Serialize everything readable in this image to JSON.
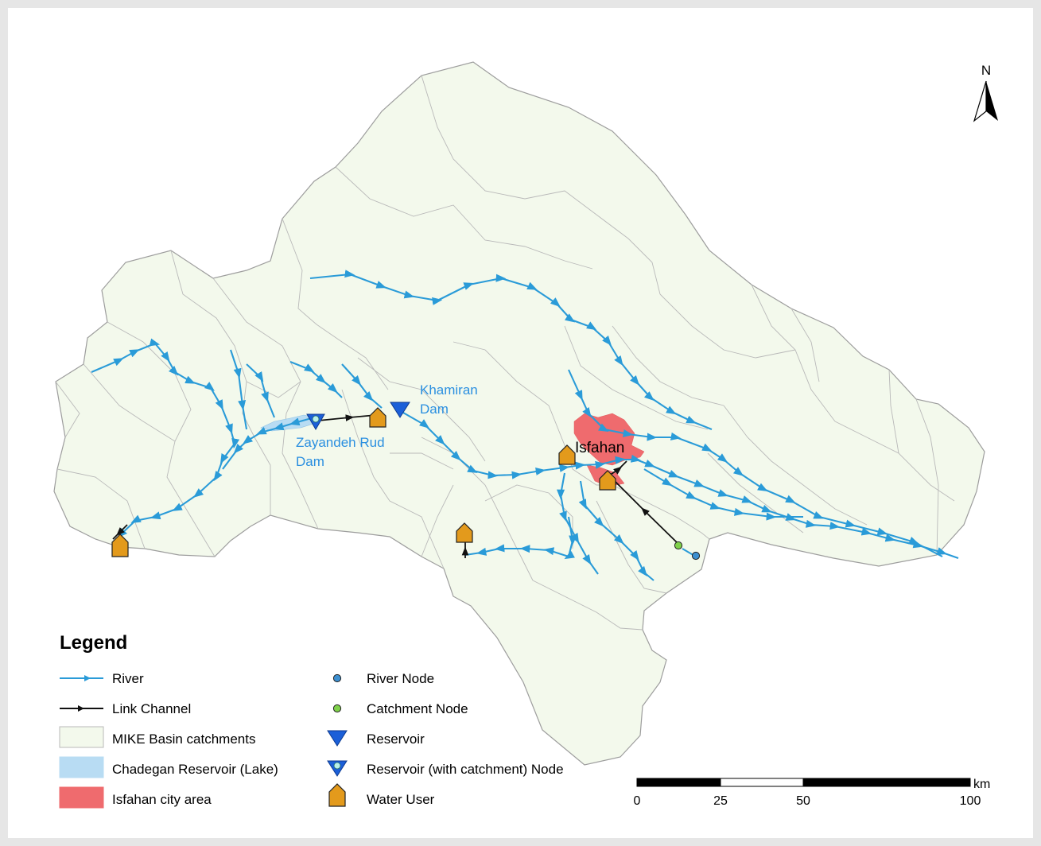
{
  "north_arrow": {
    "letter": "N"
  },
  "labels": {
    "khamiran": [
      "Khamiran",
      "Dam"
    ],
    "zayandeh": [
      "Zayandeh Rud",
      "Dam"
    ],
    "isfahan": "Isfahan"
  },
  "legend": {
    "title": "Legend",
    "items": [
      {
        "key": "river",
        "label": "River"
      },
      {
        "key": "link",
        "label": "Link Channel"
      },
      {
        "key": "catchments",
        "label": "MIKE Basin catchments"
      },
      {
        "key": "lake",
        "label": "Chadegan Reservoir (Lake)"
      },
      {
        "key": "city",
        "label": "Isfahan city area"
      },
      {
        "key": "river_node",
        "label": "River Node"
      },
      {
        "key": "catchment_node",
        "label": "Catchment Node"
      },
      {
        "key": "reservoir",
        "label": "Reservoir"
      },
      {
        "key": "reservoir_catch",
        "label": "Reservoir (with catchment) Node"
      },
      {
        "key": "water_user",
        "label": "Water User"
      }
    ]
  },
  "scale_bar": {
    "ticks": [
      "0",
      "25",
      "50",
      "100"
    ],
    "unit": "km"
  },
  "colors": {
    "river": "#2a9bd8",
    "link": "#111111",
    "catchment_fill": "#f3f9ec",
    "catchment_edge": "#b9b9b9",
    "lake": "#b8dcf3",
    "city": "#ef6b6e",
    "river_node": "#3d8fd0",
    "catchment_node": "#7fd14a",
    "reservoir": "#1b5fd8",
    "water_user": "#e39a1c",
    "label_blue": "#2a8fe0"
  }
}
